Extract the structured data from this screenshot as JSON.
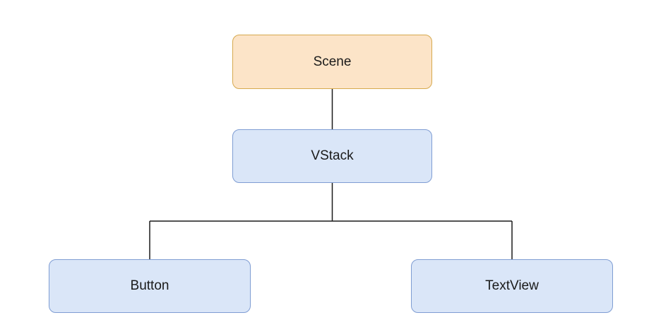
{
  "diagram": {
    "nodes": {
      "scene": {
        "label": "Scene"
      },
      "vstack": {
        "label": "VStack"
      },
      "button": {
        "label": "Button"
      },
      "textview": {
        "label": "TextView"
      }
    },
    "edges": [
      {
        "from": "scene",
        "to": "vstack"
      },
      {
        "from": "vstack",
        "to": "button"
      },
      {
        "from": "vstack",
        "to": "textview"
      }
    ],
    "colors": {
      "root_fill": "#fce4c8",
      "root_border": "#d6a94e",
      "child_fill": "#dae6f8",
      "child_border": "#7f9dd3",
      "connector": "#1a1a1a"
    }
  }
}
